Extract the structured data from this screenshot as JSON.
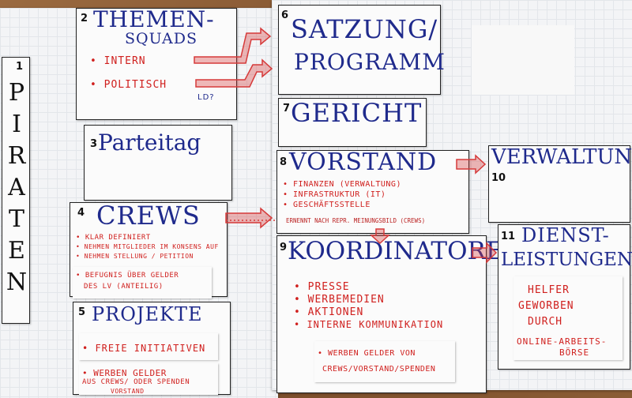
{
  "piraten": {
    "num": "1",
    "letters": [
      "P",
      "I",
      "R",
      "A",
      "T",
      "E",
      "N"
    ]
  },
  "themensquads": {
    "num": "2",
    "title1": "THEMEN-",
    "title2": "SQUADS",
    "item1": "• INTERN",
    "item2": "• POLITISCH",
    "note": "LD?"
  },
  "parteitag": {
    "num": "3",
    "title": "Parteitag"
  },
  "crews": {
    "num": "4",
    "title": "CREWS",
    "items": [
      "• KLAR DEFINIERT",
      "• NEHMEN MITGLIEDER IM KONSENS AUF",
      "• NEHMEN STELLUNG / PETITION"
    ],
    "note1": "• BEFUGNIS ÜBER GELDER",
    "note2": "DES LV (ANTEILIG)"
  },
  "projekte": {
    "num": "5",
    "title": "PROJEKTE",
    "item1": "• FREIE INITIATIVEN",
    "item2a": "• WERBEN GELDER",
    "item2b": "AUS CREWS/ ODER SPENDEN",
    "item2c": "VORSTAND"
  },
  "satzung": {
    "num": "6",
    "title1": "SATZUNG/",
    "title2": "PROGRAMM"
  },
  "gericht": {
    "num": "7",
    "title": "GERICHT"
  },
  "vorstand": {
    "num": "8",
    "title": "VORSTAND",
    "items": [
      "• FINANZEN (VERWALTUNG)",
      "• INFRASTRUKTUR (IT)",
      "• GESCHÄFTSSTELLE"
    ],
    "note": "ERNENNT NACH REPR. MEINUNGSBILD (CREWS)"
  },
  "koordinatoren": {
    "num": "9",
    "title": "KOORDINATOREN",
    "items": [
      "• PRESSE",
      "• WERBEMEDIEN",
      "• AKTIONEN",
      "• INTERNE KOMMUNIKATION"
    ],
    "note1": "• WERBEN GELDER VON",
    "note2": "CREWS/VORSTAND/SPENDEN"
  },
  "verwaltung": {
    "num": "10",
    "title": "VERWALTUNG"
  },
  "dienstleistungen": {
    "num": "11",
    "title1": "DIENST-",
    "title2": "LEISTUNGEN",
    "items": [
      "HELFER",
      "GEWORBEN",
      "DURCH",
      "ONLINE-ARBEITS-",
      "BÖRSE"
    ]
  },
  "colors": {
    "ink_blue": "#1f2a8c",
    "ink_red": "#d0201e",
    "arrow": "#d63a3a"
  }
}
